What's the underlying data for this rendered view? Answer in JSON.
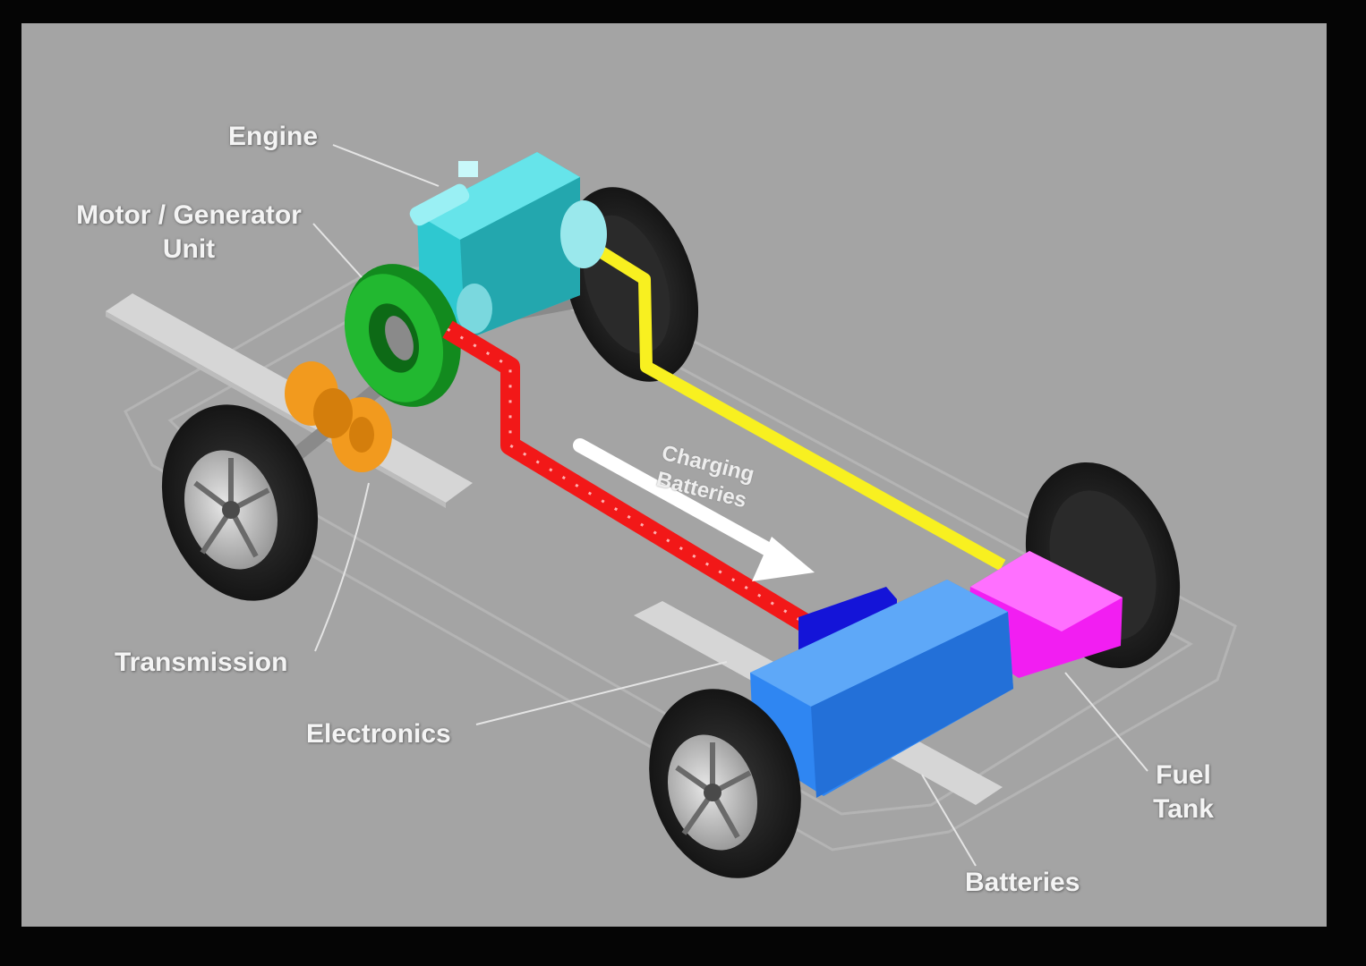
{
  "labels": {
    "engine": "Engine",
    "motor_generator": [
      "Motor / Generator",
      "Unit"
    ],
    "transmission": "Transmission",
    "electronics": "Electronics",
    "fuel_tank": [
      "Fuel",
      "Tank"
    ],
    "batteries": "Batteries",
    "charging": [
      "Charging",
      "Batteries"
    ]
  },
  "colors": {
    "background": "#a4a4a4",
    "frame": "#050505",
    "engine": "#2ec8d0",
    "motor_generator": "#22b830",
    "transmission": "#f29a1e",
    "battery": "#2f86f2",
    "electronics": "#1414d8",
    "fuel_tank": "#f21ef2",
    "power_line_engine": "#f8f020",
    "power_line_battery": "#f21818",
    "flow_arrow": "#ffffff"
  }
}
